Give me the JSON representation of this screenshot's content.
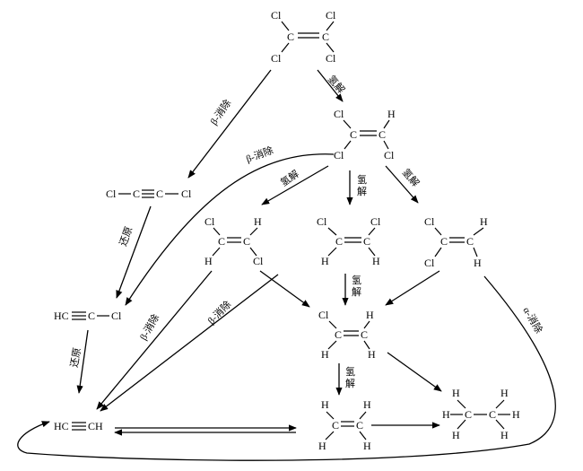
{
  "atoms": {
    "cl": "Cl",
    "c": "C",
    "h": "H",
    "hc": "HC",
    "ch": "CH"
  },
  "labels": {
    "hydrogenolysis": "氢解",
    "hydrogenolysis_char_1": "氢",
    "hydrogenolysis_char_2": "解",
    "beta_elimination": "β-消除",
    "alpha_elimination": "α-消除",
    "reductive_hydrolysis": "还原"
  }
}
